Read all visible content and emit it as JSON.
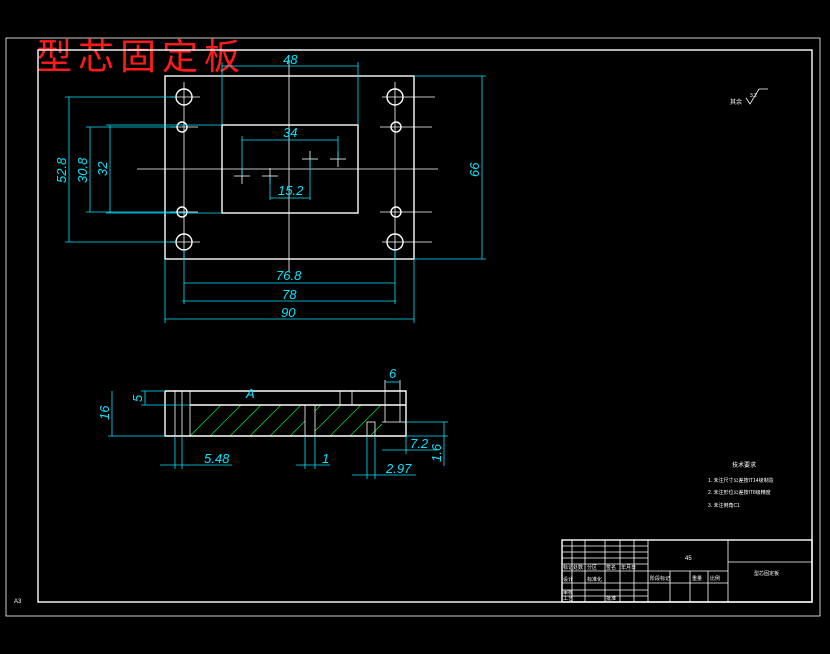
{
  "drawing": {
    "title": "型芯固定板",
    "corner_label": "A3",
    "roughness_label": "其余",
    "roughness_value": "3.2"
  },
  "dimensions": {
    "top_width": "48",
    "pocket_width": "34",
    "slot_width": "15.2",
    "hole_span_1": "76.8",
    "hole_span_2": "78",
    "overall_width": "90",
    "overall_height": "66",
    "hole_vspan_outer": "52.8",
    "hole_vspan_inner": "30.8",
    "pocket_height": "32",
    "section_step": "5",
    "section_thickness": "16",
    "section_offset": "5.48",
    "section_gap": "1",
    "section_slot": "2.97",
    "section_hole": "6",
    "section_counterbore": "7.2",
    "section_chamfer": "1.6",
    "section_hatch_mark": "A"
  },
  "tech_notes": {
    "heading": "技术要求",
    "items": [
      "1. 未注尺寸公差按IT14级制造",
      "2. 未注形位公差按IT8级精度",
      "3. 未注倒角C1"
    ]
  },
  "title_block": {
    "material": "45",
    "part_name": "型芯固定板",
    "labels": [
      "标记",
      "处数",
      "分区",
      "更改文件号",
      "签名",
      "年月日",
      "设计",
      "标准化",
      "审核",
      "工艺",
      "批准",
      "阶段标记",
      "重量",
      "比例"
    ]
  }
}
